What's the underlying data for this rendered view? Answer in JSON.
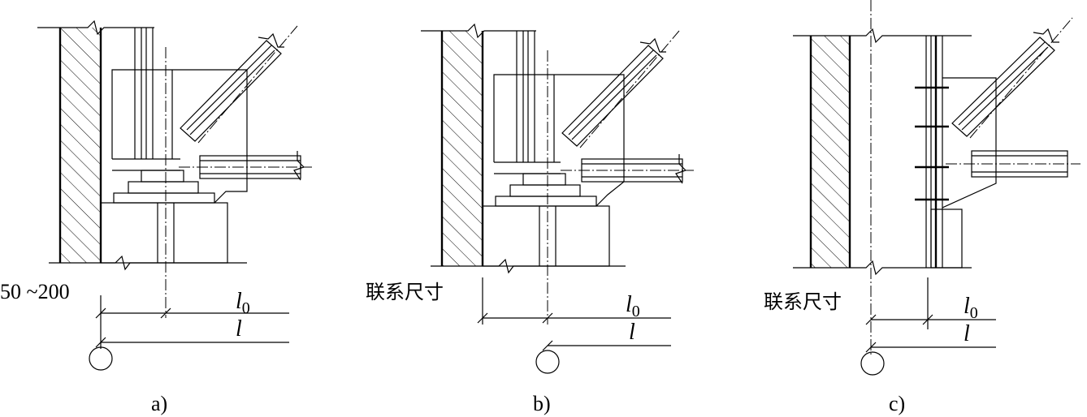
{
  "panels": [
    {
      "caption": "a)",
      "dimension_label": "50 ~200",
      "l0_label": "l",
      "l0_sub": "0",
      "l_label": "l"
    },
    {
      "caption": "b)",
      "dimension_label": "联系尺寸",
      "l0_label": "l",
      "l0_sub": "0",
      "l_label": "l"
    },
    {
      "caption": "c)",
      "dimension_label": "联系尺寸",
      "l0_label": "l",
      "l0_sub": "0",
      "l_label": "l"
    }
  ]
}
